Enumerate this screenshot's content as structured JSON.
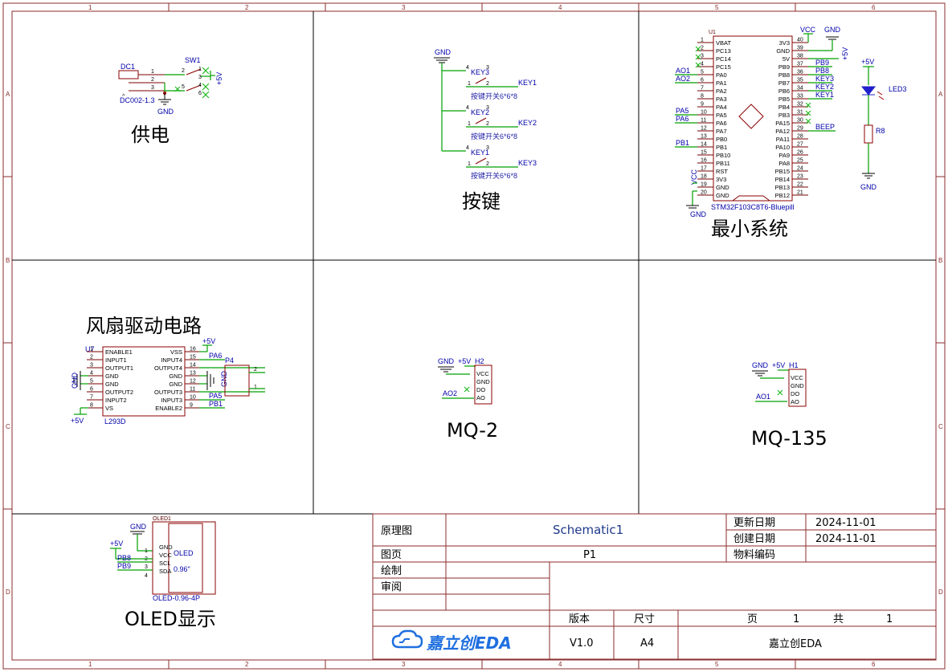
{
  "ruler": {
    "cols": [
      "1",
      "2",
      "3",
      "4",
      "5",
      "6"
    ],
    "rows": [
      "A",
      "B",
      "C",
      "D"
    ]
  },
  "zones": {
    "power": "供电",
    "keys": "按键",
    "mcu": "最小系统",
    "fan": "风扇驱动电路",
    "mq2": "MQ-2",
    "mq135": "MQ-135",
    "oled": "OLED显示"
  },
  "power": {
    "dc_ref": "DC1",
    "dc_part": "DC002-1.3",
    "sw_ref": "SW1",
    "gnd": "GND",
    "v5": "+5V"
  },
  "keys": {
    "gnd": "GND",
    "items": [
      {
        "ref": "KEY3",
        "net": "KEY1",
        "part": "按键开关6*6*8"
      },
      {
        "ref": "KEY2",
        "net": "KEY2",
        "part": "按键开关6*6*8"
      },
      {
        "ref": "KEY1",
        "net": "KEY3",
        "part": "按键开关6*6*8"
      }
    ]
  },
  "mcu": {
    "ref": "U1",
    "part": "STM32F103C8T6-Bluepill",
    "vcc": "VCC",
    "gnd": "GND",
    "v5": "+5V",
    "left_pins": [
      {
        "n": "1",
        "name": "VBAT"
      },
      {
        "n": "2",
        "name": "PC13"
      },
      {
        "n": "3",
        "name": "PC14"
      },
      {
        "n": "4",
        "name": "PC15"
      },
      {
        "n": "5",
        "name": "PA0"
      },
      {
        "n": "6",
        "name": "PA1"
      },
      {
        "n": "7",
        "name": "PA2"
      },
      {
        "n": "8",
        "name": "PA3"
      },
      {
        "n": "9",
        "name": "PA4"
      },
      {
        "n": "10",
        "name": "PA5"
      },
      {
        "n": "11",
        "name": "PA6"
      },
      {
        "n": "12",
        "name": "PA7"
      },
      {
        "n": "13",
        "name": "PB0"
      },
      {
        "n": "14",
        "name": "PB1"
      },
      {
        "n": "15",
        "name": "PB10"
      },
      {
        "n": "16",
        "name": "PB11"
      },
      {
        "n": "17",
        "name": "RST"
      },
      {
        "n": "18",
        "name": "3V3"
      },
      {
        "n": "19",
        "name": "GND"
      },
      {
        "n": "20",
        "name": "GND"
      }
    ],
    "right_pins": [
      {
        "n": "40",
        "name": "3V3"
      },
      {
        "n": "39",
        "name": "GND"
      },
      {
        "n": "38",
        "name": "5V"
      },
      {
        "n": "37",
        "name": "PB9"
      },
      {
        "n": "36",
        "name": "PB8"
      },
      {
        "n": "35",
        "name": "PB7"
      },
      {
        "n": "34",
        "name": "PB6"
      },
      {
        "n": "33",
        "name": "PB5"
      },
      {
        "n": "32",
        "name": "PB4"
      },
      {
        "n": "31",
        "name": "PB3"
      },
      {
        "n": "30",
        "name": "PA15"
      },
      {
        "n": "29",
        "name": "PA12"
      },
      {
        "n": "28",
        "name": "PA11"
      },
      {
        "n": "27",
        "name": "PA10"
      },
      {
        "n": "26",
        "name": "PA9"
      },
      {
        "n": "25",
        "name": "PA8"
      },
      {
        "n": "24",
        "name": "PB15"
      },
      {
        "n": "23",
        "name": "PB14"
      },
      {
        "n": "22",
        "name": "PB13"
      },
      {
        "n": "21",
        "name": "PB12"
      }
    ],
    "left_nets": {
      "ao1": "AO1",
      "ao2": "AO2",
      "pa5": "PA5",
      "pa6": "PA6",
      "pb1": "PB1"
    },
    "right_nets": {
      "pb9": "PB9",
      "pb8": "PB8",
      "key3": "KEY3",
      "key2": "KEY2",
      "key1": "KEY1",
      "beep": "BEEP"
    },
    "led_v5": "+5V",
    "led_ref": "LED3",
    "res_ref": "R8",
    "res_gnd": "GND"
  },
  "fan": {
    "ref": "U7",
    "part": "L293D",
    "gnd": "GND",
    "v5": "+5V",
    "p4": "P4",
    "left_pins": [
      {
        "n": "1",
        "name": "ENABLE1"
      },
      {
        "n": "2",
        "name": "INPUT1"
      },
      {
        "n": "3",
        "name": "OUTPUT1"
      },
      {
        "n": "4",
        "name": "GND"
      },
      {
        "n": "5",
        "name": "GND"
      },
      {
        "n": "6",
        "name": "OUTPUT2"
      },
      {
        "n": "7",
        "name": "INPUT2"
      },
      {
        "n": "8",
        "name": "VS"
      }
    ],
    "right_pins": [
      {
        "n": "16",
        "name": "VSS"
      },
      {
        "n": "15",
        "name": "INPUT4"
      },
      {
        "n": "14",
        "name": "OUTPUT4"
      },
      {
        "n": "13",
        "name": "GND"
      },
      {
        "n": "12",
        "name": "GND"
      },
      {
        "n": "11",
        "name": "OUTPUT3"
      },
      {
        "n": "10",
        "name": "INPUT3"
      },
      {
        "n": "9",
        "name": "ENABLE2"
      }
    ],
    "nets": {
      "pa6": "PA6",
      "pa5": "PA5",
      "pb1": "PB1"
    }
  },
  "mq2": {
    "ref": "H2",
    "gnd": "GND",
    "v5": "+5V",
    "net": "AO2",
    "pins": [
      "VCC",
      "GND",
      "DO",
      "AO"
    ]
  },
  "mq135": {
    "ref": "H1",
    "gnd": "GND",
    "v5": "+5V",
    "net": "AO1",
    "pins": [
      "VCC",
      "GND",
      "DO",
      "AO"
    ]
  },
  "oled": {
    "ref": "OLED1",
    "part": "OLED-0.96-4P",
    "gnd": "GND",
    "v5": "+5V",
    "body": "OLED",
    "size": "0.96\"",
    "pins": [
      "GND",
      "VCC",
      "SCL",
      "SDA"
    ],
    "nets": {
      "pb8": "PB8",
      "pb9": "PB9"
    }
  },
  "titleblock": {
    "schematic_label": "原理图",
    "schematic_value": "Schematic1",
    "page_label": "图页",
    "page_value": "P1",
    "drawn_label": "绘制",
    "review_label": "审阅",
    "updated_label": "更新日期",
    "updated_value": "2024-11-01",
    "created_label": "创建日期",
    "created_value": "2024-11-01",
    "material_label": "物料编码",
    "version_label": "版本",
    "version_value": "V1.0",
    "size_label": "尺寸",
    "size_value": "A4",
    "page_word": "页",
    "page_num": "1",
    "total_word": "共",
    "total_num": "1",
    "brand": "嘉立创EDA",
    "company": "嘉立创EDA"
  },
  "colors": {
    "frame": "#8b2b2b",
    "wire": "#00a000",
    "net_label": "#1f1fa8",
    "brand": "#1f6fe0"
  }
}
